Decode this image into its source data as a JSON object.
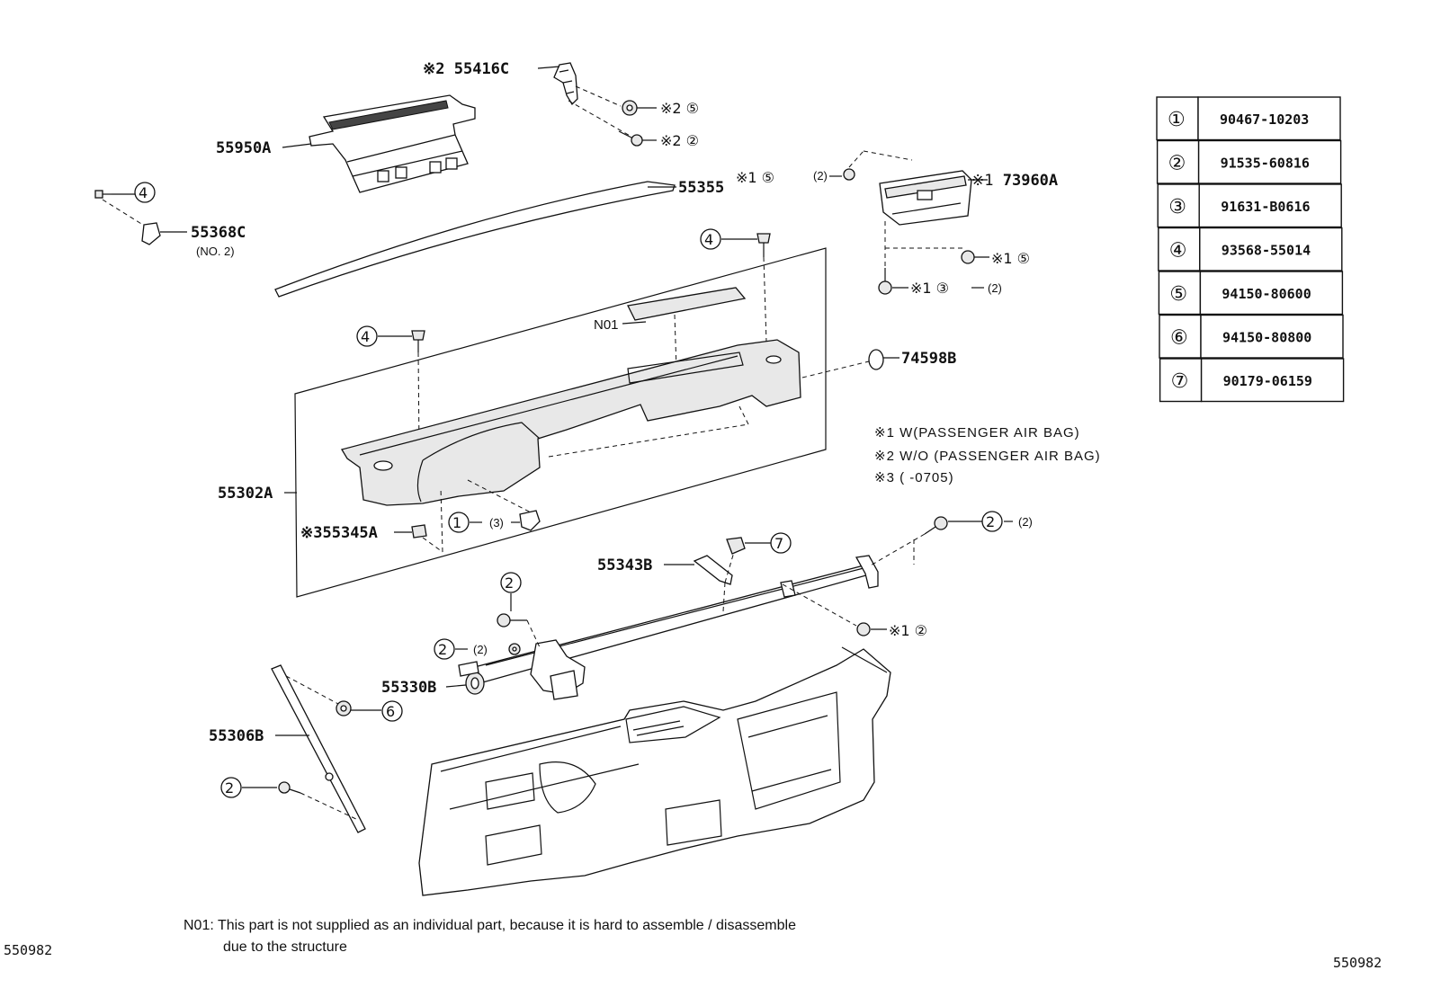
{
  "diagram_id_left": "550982",
  "diagram_id_right": "550982",
  "callouts": {
    "p55416C": "55416C",
    "p55416C_mark": "※2",
    "p55950A": "55950A",
    "p55355": "55355",
    "p55368C": "55368C",
    "p55368C_sub": "(NO. 2)",
    "p73960A": "73960A",
    "p73960A_mark": "※1",
    "p74598B": "74598B",
    "pN01": "N01",
    "p55302A": "55302A",
    "p55345A": "55345A",
    "p55345A_mark": "※3",
    "p55343B": "55343B",
    "p55330B": "55330B",
    "p55306B": "55306B"
  },
  "refs": {
    "r5_top": "※2",
    "r2_top": "※2",
    "r5_73960_a": "※1",
    "r5_73960_a_qty": "(2)",
    "r5_73960_b": "※1",
    "r3_73960": "※1",
    "r3_73960_qty": "(2)",
    "r1_qty": "(3)",
    "r2_right_qty": "(2)",
    "r2_mid": "※1",
    "r2_left_qty": "(2)"
  },
  "notes": [
    "※1 W(PASSENGER AIR BAG)",
    "※2 W/O (PASSENGER AIR BAG)",
    "※3 (       -0705)"
  ],
  "table": [
    {
      "ref": "①",
      "part": "90467-10203"
    },
    {
      "ref": "②",
      "part": "91535-60816"
    },
    {
      "ref": "③",
      "part": "91631-B0616"
    },
    {
      "ref": "④",
      "part": "93568-55014"
    },
    {
      "ref": "⑤",
      "part": "94150-80600"
    },
    {
      "ref": "⑥",
      "part": "94150-80800"
    },
    {
      "ref": "⑦",
      "part": "90179-06159"
    }
  ],
  "footnote": {
    "label": "N01:",
    "line1": "This part is not supplied as an individual part, because it is hard to assemble / disassemble",
    "line2": "due to the structure"
  }
}
